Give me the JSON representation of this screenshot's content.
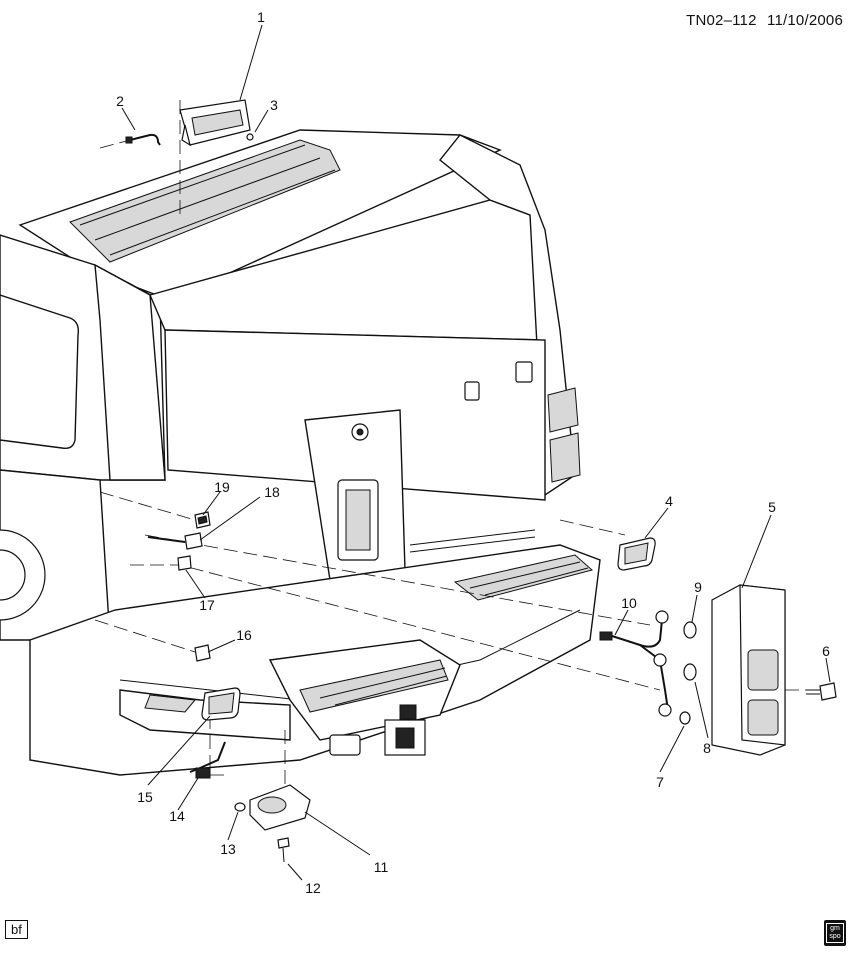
{
  "document": {
    "id": "TN02–112",
    "date": "11/10/2006",
    "footer_left": "bf",
    "footer_logo": [
      "gm",
      "spo"
    ]
  },
  "callouts": [
    {
      "id": "c1",
      "label": "1"
    },
    {
      "id": "c2",
      "label": "2"
    },
    {
      "id": "c3",
      "label": "3"
    },
    {
      "id": "c4",
      "label": "4"
    },
    {
      "id": "c5",
      "label": "5"
    },
    {
      "id": "c6",
      "label": "6"
    },
    {
      "id": "c7",
      "label": "7"
    },
    {
      "id": "c8",
      "label": "8"
    },
    {
      "id": "c9",
      "label": "9"
    },
    {
      "id": "c10",
      "label": "10"
    },
    {
      "id": "c11",
      "label": "11"
    },
    {
      "id": "c12",
      "label": "12"
    },
    {
      "id": "c13",
      "label": "13"
    },
    {
      "id": "c14",
      "label": "14"
    },
    {
      "id": "c15",
      "label": "15"
    },
    {
      "id": "c16",
      "label": "16"
    },
    {
      "id": "c17",
      "label": "17"
    },
    {
      "id": "c18",
      "label": "18"
    },
    {
      "id": "c19",
      "label": "19"
    }
  ]
}
